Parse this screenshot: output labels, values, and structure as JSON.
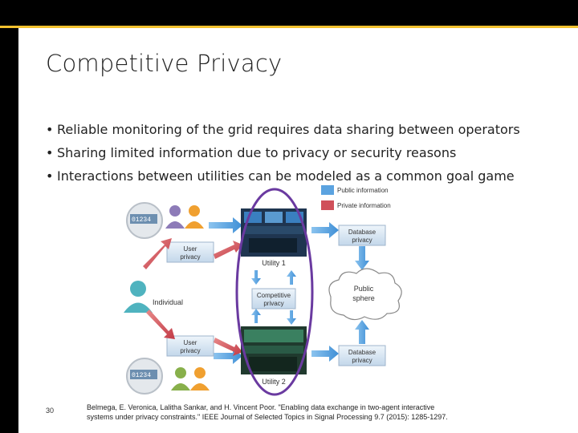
{
  "slide": {
    "title": "Competitive Privacy",
    "bullets": [
      "Reliable monitoring of the grid requires data sharing between operators",
      "Sharing limited information due to privacy or security reasons",
      "Interactions between utilities can be modeled as a common goal game"
    ],
    "page_number": "30",
    "citation_line1": "Belmega, E. Veronica, Lalitha Sankar, and H. Vincent Poor. \"Enabling data exchange in two-agent interactive",
    "citation_line2": "systems under privacy constraints.\" IEEE Journal of Selected Topics in Signal Processing 9.7 (2015): 1285-1297."
  },
  "diagram": {
    "legend_public": "Public information",
    "legend_private": "Private information",
    "meter_readout_top": "01234",
    "meter_readout_bottom": "01234",
    "user_privacy_top": [
      "User",
      "privacy"
    ],
    "user_privacy_bottom": [
      "User",
      "privacy"
    ],
    "individual_label": "Individual",
    "utility1_label": "Utility 1",
    "utility2_label": "Utility 2",
    "competitive_privacy": [
      "Competitive",
      "privacy"
    ],
    "database_privacy_top": [
      "Database",
      "privacy"
    ],
    "database_privacy_bottom": [
      "Database",
      "privacy"
    ],
    "public_sphere": [
      "Public",
      "sphere"
    ],
    "colors": {
      "public": "#5ba3e0",
      "private": "#d0505a",
      "box": "#cfe0f0",
      "oval": "#6a3aa0",
      "person_teal": "#4fb3bf",
      "person_orange": "#f0a030",
      "person_green": "#88b04b"
    }
  }
}
